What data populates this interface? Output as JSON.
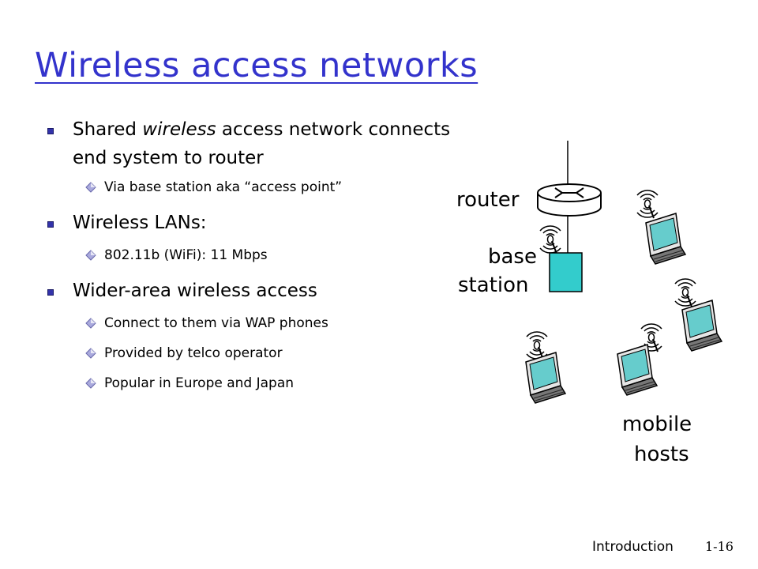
{
  "title": "Wireless access networks",
  "bullets": [
    {
      "pre": "Shared ",
      "em": "wireless",
      "post": " access network connects end system to router",
      "subs": [
        "Via base station aka “access point”"
      ]
    },
    {
      "text": "Wireless LANs:",
      "subs": [
        "802.11b (WiFi): 11 Mbps"
      ]
    },
    {
      "text": "Wider-area wireless access",
      "subs": [
        "Connect to them via WAP phones",
        "Provided by telco operator",
        "Popular in Europe and Japan"
      ]
    }
  ],
  "diagram": {
    "router_label": "router",
    "base_label_1": "base",
    "base_label_2": "station",
    "hosts_label_1": "mobile",
    "hosts_label_2": "hosts",
    "icons": [
      "router-icon",
      "base-station-icon",
      "laptop-icon",
      "wireless-signal-icon"
    ],
    "colors": {
      "base_station": "#33cccc",
      "laptop_screen": "#66cccc",
      "router": "#ffffff"
    }
  },
  "footer": {
    "label": "Introduction",
    "page": "1-16"
  },
  "colors": {
    "title": "#3333cc",
    "bullet": "#3333aa"
  }
}
